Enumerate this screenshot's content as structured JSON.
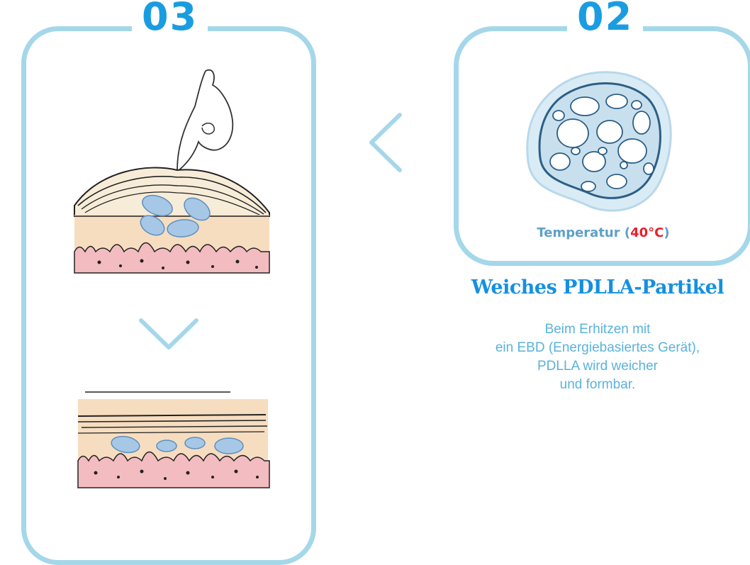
{
  "step3": {
    "number": "03"
  },
  "step2": {
    "number": "02",
    "temperature_label": "Temperatur (",
    "temperature_value": "40°C",
    "temperature_suffix": ")",
    "heading": "Weiches PDLLA-Partikel",
    "description": [
      "Beim Erhitzen mit",
      "ein EBD (Energiebasiertes Gerät),",
      "PDLLA wird weicher",
      "und formbar."
    ]
  },
  "colors": {
    "frame": "#a5d7ea",
    "number": "#1a9de0",
    "heading": "#1590e0",
    "description": "#5ab2dc",
    "temperature_label": "#5ea0c8",
    "temperature_value": "#e8202a"
  },
  "icons": {
    "left_arrow": "chevron-left-icon",
    "down_arrow": "chevron-down-icon",
    "finger": "finger-pointing-icon",
    "particle": "pdlla-particle-icon"
  }
}
